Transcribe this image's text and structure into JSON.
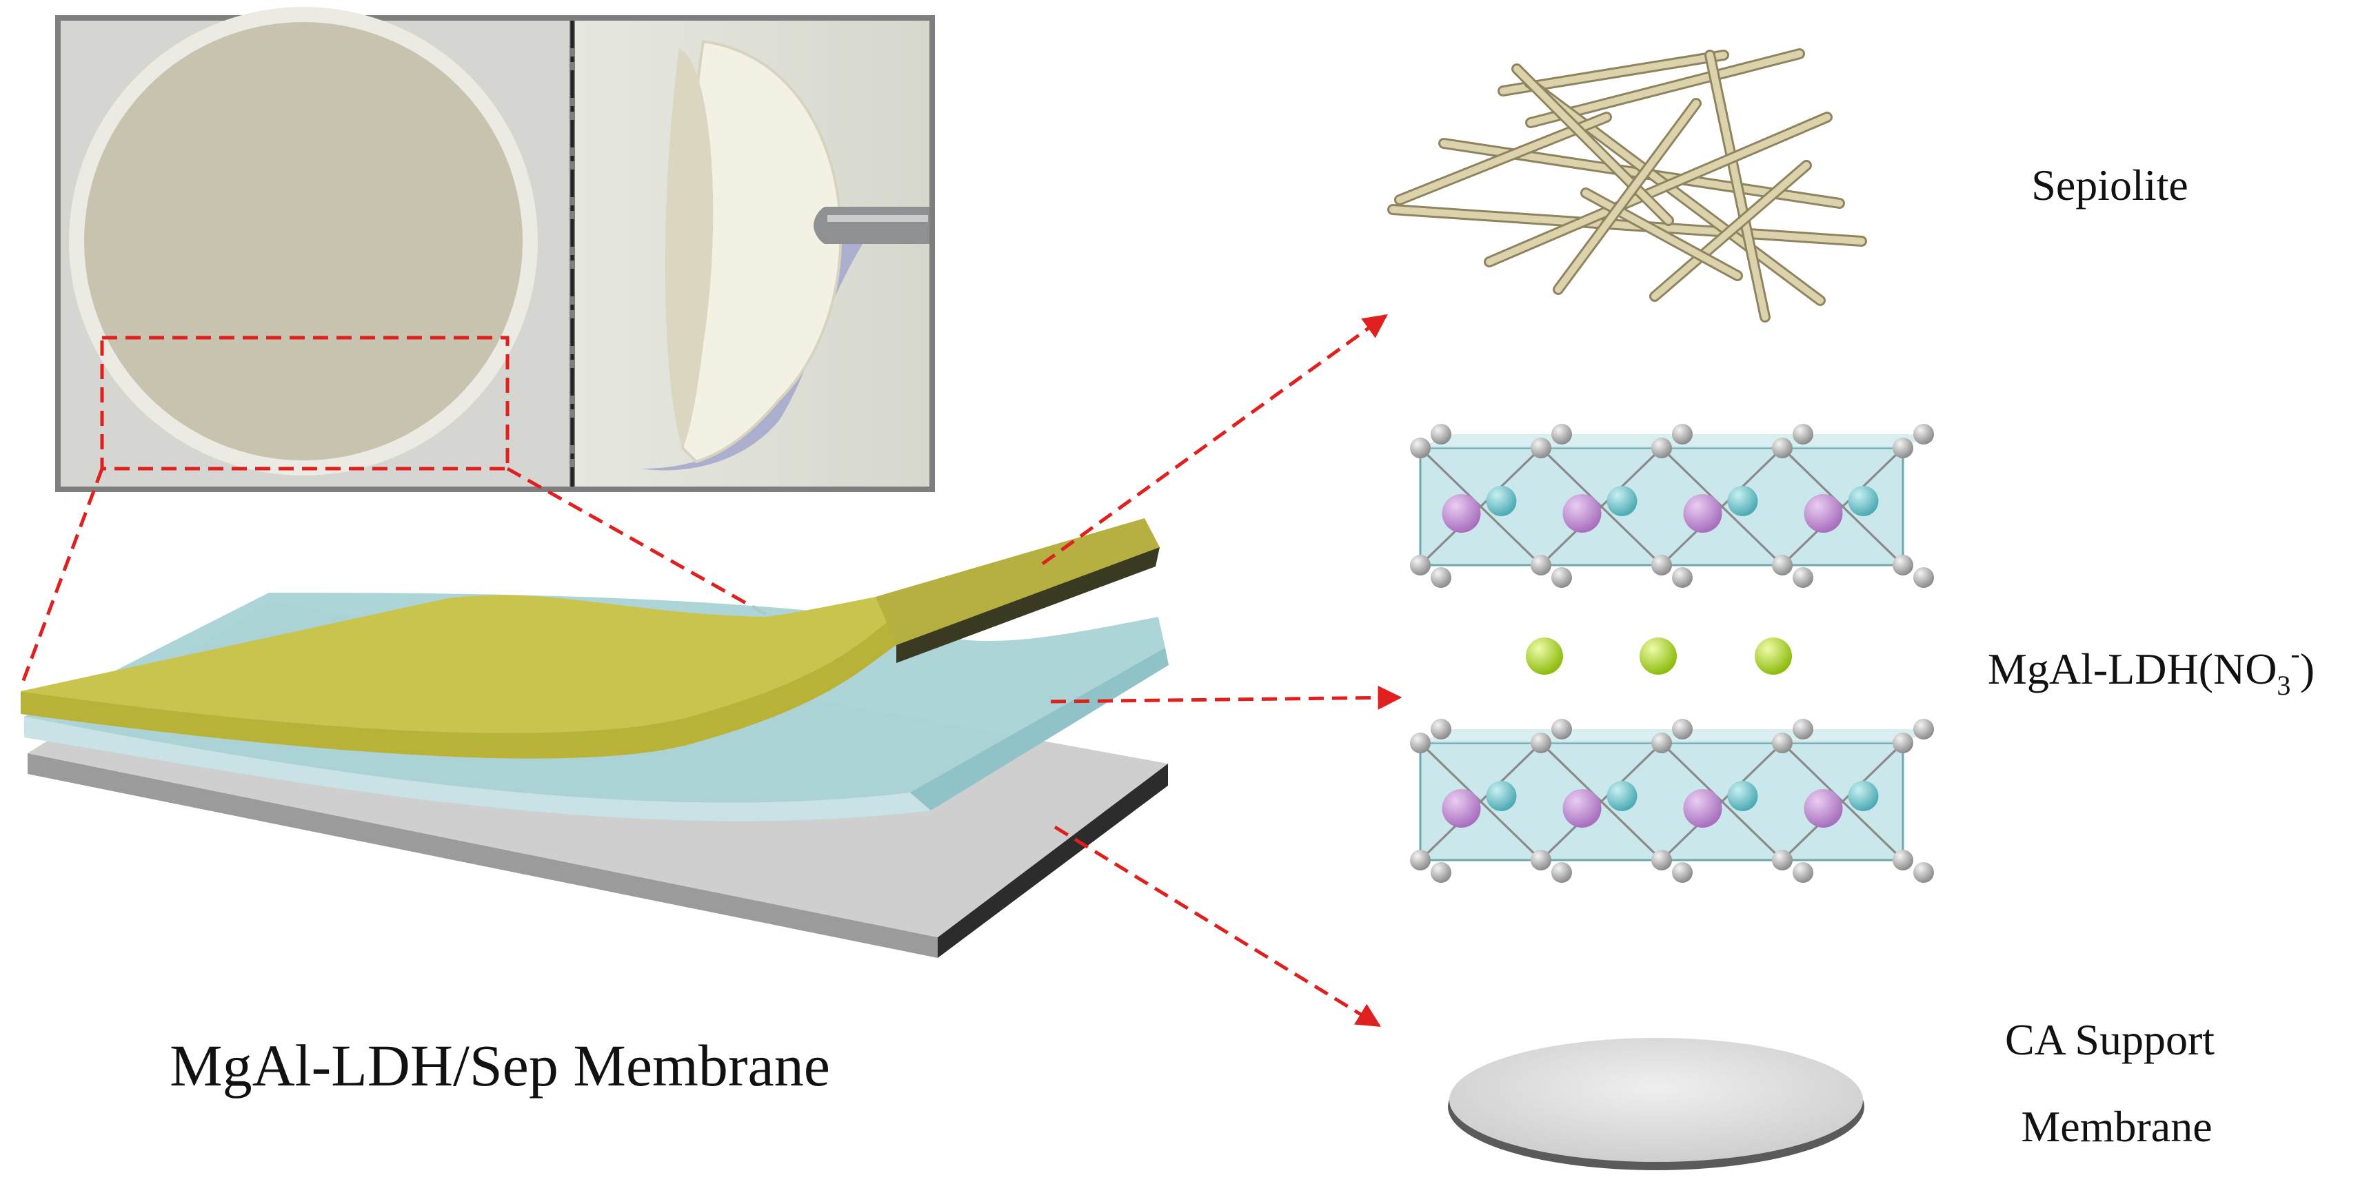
{
  "figure": {
    "main_label": "MgAl-LDH/Sep Membrane",
    "components": {
      "sepiolite": "Sepiolite",
      "ldh": {
        "prefix": "MgAl-LDH(NO",
        "subscript": "3",
        "superscript": "-",
        "suffix": ")"
      },
      "support_line1": "CA Support",
      "support_line2": "Membrane"
    }
  },
  "colors": {
    "yellow_layer": "#C8C44E",
    "ldh_layer": "#A9D3D6",
    "support_layer": "#CFCFCF",
    "arrow": "#E0201E",
    "mg_atom": "#C58AD6",
    "al_atom": "#6FC4CC",
    "nitrate": "#A8D628"
  }
}
